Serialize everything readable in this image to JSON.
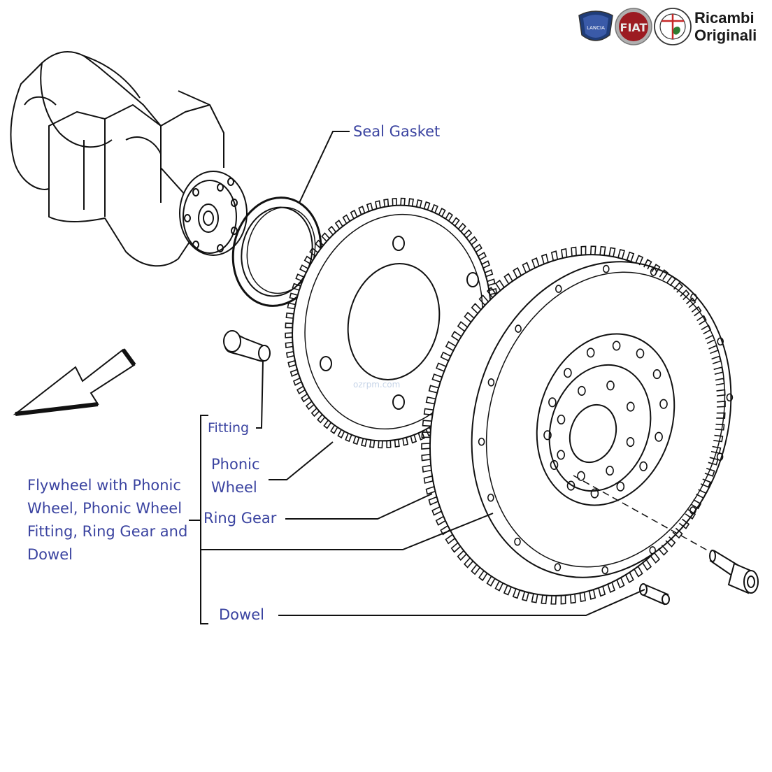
{
  "brand": {
    "line1": "Ricambi",
    "line2": "Originali",
    "logos": [
      {
        "name": "LANCIA",
        "color": "#1f3c78"
      },
      {
        "name": "FIAT",
        "color": "#9c1b22"
      },
      {
        "name": "ALFA ROMEO",
        "color": "#2e7d32"
      }
    ]
  },
  "watermark": "ozrpm.com",
  "labels": {
    "seal_gasket": "Seal Gasket",
    "fitting": "Fitting",
    "phonic_wheel_line1": "Phonic",
    "phonic_wheel_line2": "Wheel",
    "ring_gear": "Ring Gear",
    "dowel": "Dowel",
    "assembly": [
      "Flywheel with Phonic",
      "Wheel, Phonic Wheel",
      "Fitting, Ring Gear and",
      "Dowel"
    ]
  },
  "colors": {
    "label": "#3a43a0",
    "line": "#111111"
  }
}
